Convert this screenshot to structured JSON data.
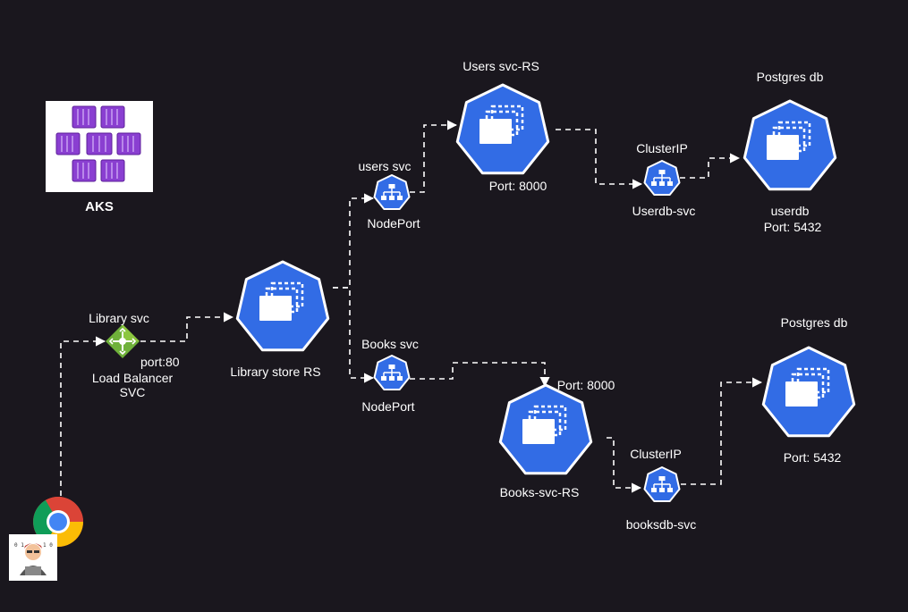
{
  "aks": {
    "label": "AKS",
    "icon": "aks-icon"
  },
  "library_svc": {
    "name": "Library svc",
    "port": "port:80",
    "type": "Load Balancer\nSVC",
    "icon": "load-balancer-icon"
  },
  "library_rs": {
    "label": "Library store RS",
    "icon": "replicaset-icon"
  },
  "users_svc": {
    "name": "users svc",
    "type": "NodePort",
    "icon": "service-icon"
  },
  "books_svc": {
    "name": "Books svc",
    "type": "NodePort",
    "icon": "service-icon"
  },
  "users_rs": {
    "label": "Users svc-RS",
    "port": "Port: 8000",
    "icon": "replicaset-icon"
  },
  "books_rs": {
    "label": "Books-svc-RS",
    "port": "Port: 8000",
    "icon": "replicaset-icon"
  },
  "userdb_svc": {
    "type": "ClusterIP",
    "name": "Userdb-svc",
    "icon": "service-icon"
  },
  "booksdb_svc": {
    "type": "ClusterIP",
    "name": "booksdb-svc",
    "icon": "service-icon"
  },
  "userdb": {
    "title": "Postgres db",
    "name": "userdb",
    "port": "Port: 5432",
    "icon": "replicaset-icon"
  },
  "booksdb": {
    "title": "Postgres db",
    "port": "Port: 5432",
    "icon": "replicaset-icon"
  },
  "browser": {
    "icon": "chrome-icon"
  },
  "user": {
    "icon": "user-avatar-icon"
  },
  "colors": {
    "background": "#1a171e",
    "k8s_blue": "#326ce5",
    "lb_green": "#6fb13a",
    "aks_purple": "#8a3fd1",
    "connector": "#ffffff"
  }
}
